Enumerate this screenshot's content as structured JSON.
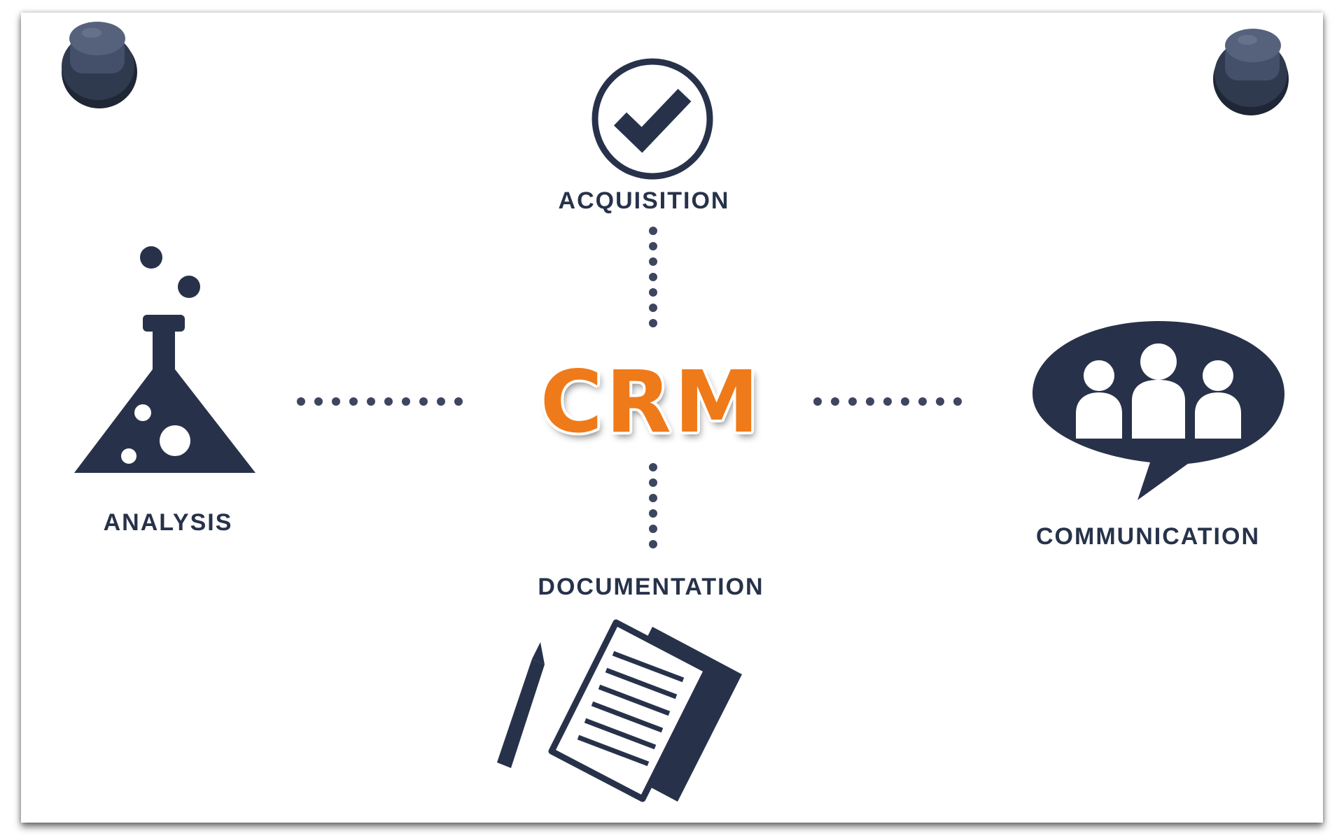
{
  "center": {
    "title": "CRM"
  },
  "nodes": {
    "acquisition": {
      "label": "ACQUISITION",
      "icon": "checkmark-circle-icon"
    },
    "analysis": {
      "label": "ANALYSIS",
      "icon": "flask-icon"
    },
    "communication": {
      "label": "COMMUNICATION",
      "icon": "people-speech-bubble-icon"
    },
    "documentation": {
      "label": "DOCUMENTATION",
      "icon": "documents-pencil-icon"
    }
  },
  "colors": {
    "icon": "#27324a",
    "accent": "#ef7a1a",
    "connector": "#3c4660",
    "pin": "#2c3447"
  }
}
